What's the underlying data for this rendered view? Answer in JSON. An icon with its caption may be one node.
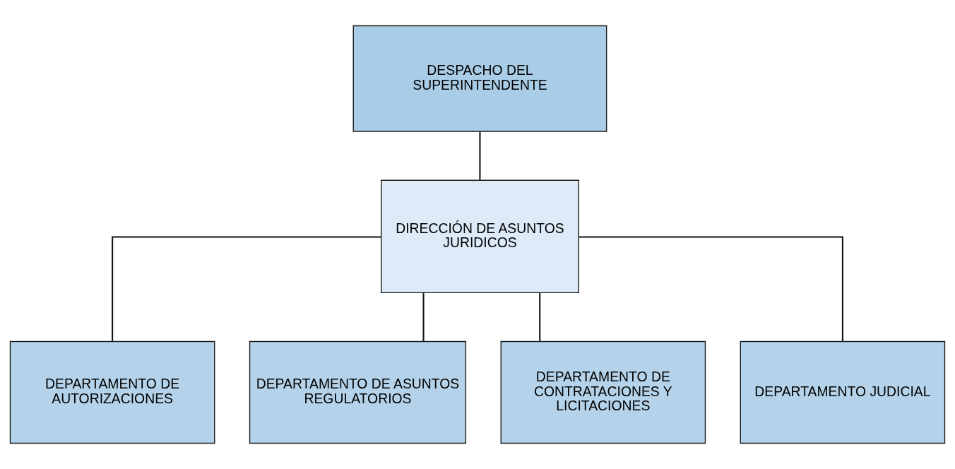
{
  "diagram": {
    "nodes": [
      {
        "text": [
          "DESPACHO DEL SUPERINTENDENTE"
        ]
      },
      {
        "text": [
          "DIRECCIÓN DE ASUNTOS JURIDICOS"
        ]
      },
      {
        "text": [
          "DEPARTAMENTO DE AUTORIZACIONES"
        ]
      },
      {
        "text": [
          "DEPARTAMENTO DE ASUNTOS REGULATORIOS"
        ]
      },
      {
        "text": [
          "DEPARTAMENTO DE CONTRATACIONES Y LICITACIONES"
        ]
      },
      {
        "text": [
          "DEPARTAMENTO JUDICIAL"
        ]
      }
    ],
    "edges": [
      {
        "from": 0,
        "to": 1,
        "arrow": "none"
      },
      {
        "from": 1,
        "to": 2,
        "arrow": "none"
      },
      {
        "from": 1,
        "to": 3,
        "arrow": "none"
      },
      {
        "from": 1,
        "to": 4,
        "arrow": "none"
      },
      {
        "from": 1,
        "to": 5,
        "arrow": "none"
      }
    ]
  }
}
